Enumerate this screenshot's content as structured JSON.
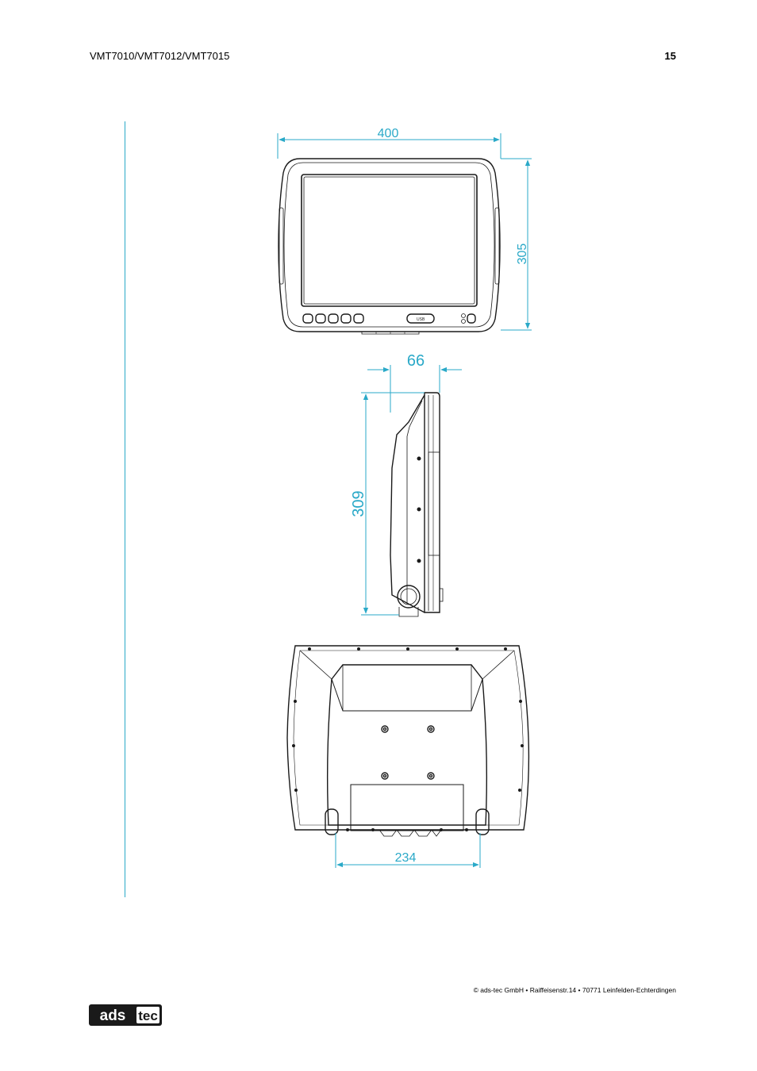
{
  "header": {
    "title": "VMT7010/VMT7012/VMT7015",
    "page_number": "15"
  },
  "drawings": {
    "front_view": {
      "width_label": "400",
      "height_label": "305",
      "usb_label": "USB"
    },
    "side_view": {
      "depth_label": "66",
      "height_label": "309"
    },
    "rear_view": {
      "mount_width_label": "234"
    }
  },
  "colors": {
    "dimension": "#2aa9c8",
    "rule": "#2aa9c8",
    "drawing": "#1a1a1a"
  },
  "footer": {
    "text": "© ads-tec GmbH • Raiffeisenstr.14 • 70771 Leinfelden-Echterdingen"
  },
  "logo": {
    "left": "ads",
    "right": "tec",
    "icon": "ads-tec-logo"
  }
}
